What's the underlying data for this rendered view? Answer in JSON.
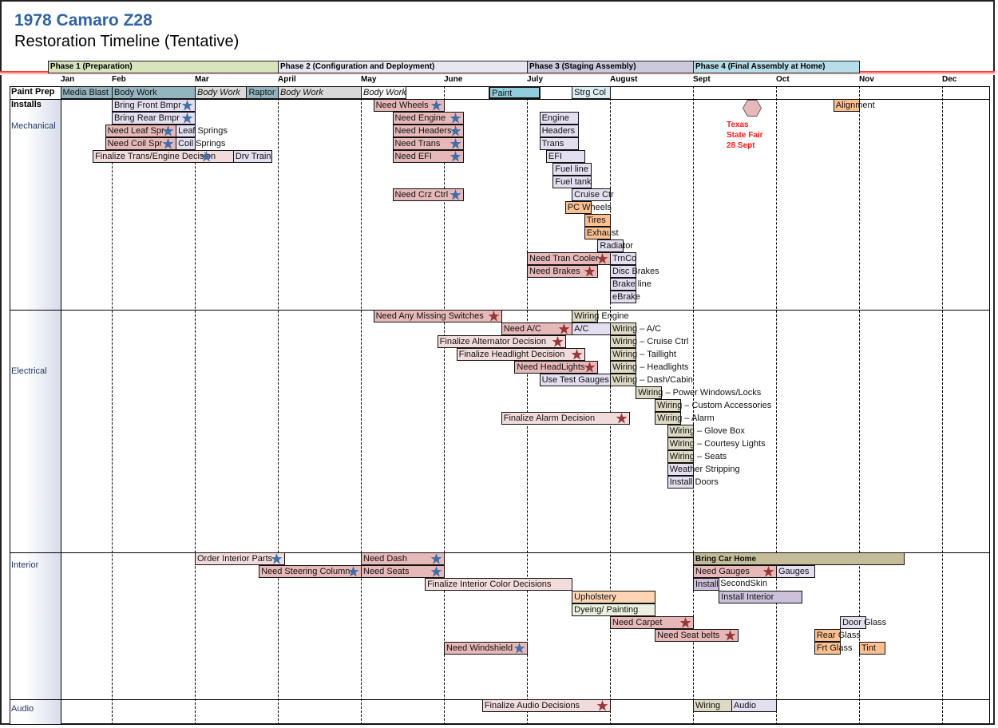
{
  "title": "1978 Camaro Z28",
  "subtitle": "Restoration Timeline  (Tentative)",
  "colors": {
    "teal": "#93b5bf",
    "gray": "#d9d9d9",
    "white": "#f7f7f7",
    "paint": "#92cddc",
    "ltblue": "#dbeef4",
    "lav": "#e4dff0",
    "pink": "#e6b9b8",
    "ltpink": "#f2dcdb",
    "orange": "#fac090",
    "khaki": "#ddd9c3",
    "purple": "#ccc0da",
    "green": "#ebf1de",
    "olive": "#c4bd97",
    "peach": "#fcd5b4",
    "none": "transparent",
    "star_blue": "#3f6ea8",
    "star_red": "#953735"
  },
  "phases": [
    {
      "label": "Phase 1  (Preparation)",
      "start": 1.23,
      "end": 4,
      "color": "#d7e4bd"
    },
    {
      "label": "Phase 2  (Configuration and Deployment)",
      "start": 4,
      "end": 7,
      "color": "#e8e6f0"
    },
    {
      "label": "Phase 3 (Staging Assembly)",
      "start": 7,
      "end": 9,
      "color": "#ccc9dc"
    },
    {
      "label": "Phase 4 (Final Assembly at Home)",
      "start": 9,
      "end": 11,
      "color": "#b7dde8"
    }
  ],
  "months": [
    "Jan",
    "Feb",
    "Mar",
    "April",
    "May",
    "June",
    "July",
    "August",
    "Sept",
    "Oct",
    "Nov",
    "Dec"
  ],
  "rows": {
    "paint_prep": "Paint Prep",
    "installs": "Installs"
  },
  "sections": [
    {
      "label": "Mechanical"
    },
    {
      "label": "Electrical"
    },
    {
      "label": "Interior"
    },
    {
      "label": "Audio"
    }
  ],
  "milestone": {
    "line1": "Texas",
    "line2": "State Fair",
    "line3": "28 Sept"
  },
  "tasks": [
    {
      "label": "Media  Blast",
      "sec": -1,
      "lane": 0,
      "start": 1.38,
      "end": 2,
      "color": "teal"
    },
    {
      "label": "Body Work",
      "sec": -1,
      "lane": 0,
      "start": 2,
      "end": 3,
      "color": "teal"
    },
    {
      "label": "Body Work",
      "sec": -1,
      "lane": 0,
      "start": 3,
      "end": 3.62,
      "color": "gray",
      "italic": true
    },
    {
      "label": "Raptor",
      "sec": -1,
      "lane": 0,
      "start": 3.62,
      "end": 4,
      "color": "teal"
    },
    {
      "label": "Body Work",
      "sec": -1,
      "lane": 0,
      "start": 4,
      "end": 5,
      "color": "gray",
      "italic": true
    },
    {
      "label": "Body Work",
      "sec": -1,
      "lane": 0,
      "start": 5,
      "end": 5.54,
      "color": "white",
      "italic": true
    },
    {
      "label": "Paint",
      "sec": -1,
      "lane": 0,
      "start": 6.54,
      "end": 7.15,
      "color": "paint",
      "bold_border": true
    },
    {
      "label": "Strg Col",
      "sec": -1,
      "lane": 0,
      "start": 7.54,
      "end": 8,
      "color": "ltblue"
    },
    {
      "label": "Bring Front Bmpr",
      "sec": 0,
      "lane": 0,
      "start": 2,
      "end": 3,
      "color": "lav",
      "star": "blue"
    },
    {
      "label": "Need Wheels",
      "sec": 0,
      "lane": 0,
      "start": 5.15,
      "end": 6,
      "color": "pink",
      "star": "blue"
    },
    {
      "label": "Alignment",
      "sec": 0,
      "lane": 0,
      "start": 10.69,
      "end": 11,
      "color": "orange"
    },
    {
      "label": "Bring Rear Bmpr",
      "sec": 0,
      "lane": 1,
      "start": 2,
      "end": 3,
      "color": "lav",
      "star": "blue"
    },
    {
      "label": "Need Engine",
      "sec": 0,
      "lane": 1,
      "start": 5.38,
      "end": 6.23,
      "color": "pink",
      "star": "blue"
    },
    {
      "label": "Engine",
      "sec": 0,
      "lane": 1,
      "start": 7.15,
      "end": 7.62,
      "color": "lav"
    },
    {
      "label": "Need Leaf Spr",
      "sec": 0,
      "lane": 2,
      "start": 1.92,
      "end": 2.77,
      "color": "pink",
      "star": "blue"
    },
    {
      "label": "Leaf Springs",
      "sec": 0,
      "lane": 2,
      "start": 2.77,
      "end": 3,
      "color": "lav"
    },
    {
      "label": "Need Headers",
      "sec": 0,
      "lane": 2,
      "start": 5.38,
      "end": 6.23,
      "color": "pink",
      "star": "blue"
    },
    {
      "label": "Headers",
      "sec": 0,
      "lane": 2,
      "start": 7.15,
      "end": 7.62,
      "color": "lav"
    },
    {
      "label": "Need Coil Spr",
      "sec": 0,
      "lane": 3,
      "start": 1.92,
      "end": 2.77,
      "color": "pink",
      "star": "blue"
    },
    {
      "label": "Coil Springs",
      "sec": 0,
      "lane": 3,
      "start": 2.77,
      "end": 3,
      "color": "lav"
    },
    {
      "label": "Need Trans",
      "sec": 0,
      "lane": 3,
      "start": 5.38,
      "end": 6.23,
      "color": "pink",
      "star": "blue"
    },
    {
      "label": "Trans",
      "sec": 0,
      "lane": 3,
      "start": 7.15,
      "end": 7.62,
      "color": "lav"
    },
    {
      "label": "Finalize Trans/Engine Decision",
      "sec": 0,
      "lane": 4,
      "start": 1.77,
      "end": 3.46,
      "color": "ltpink",
      "star": "blue",
      "star_mid": true
    },
    {
      "label": "Drv Train",
      "sec": 0,
      "lane": 4,
      "start": 3.46,
      "end": 3.92,
      "color": "lav"
    },
    {
      "label": "Need EFI",
      "sec": 0,
      "lane": 4,
      "start": 5.38,
      "end": 6.23,
      "color": "pink",
      "star": "blue"
    },
    {
      "label": "EFI",
      "sec": 0,
      "lane": 4,
      "start": 7.23,
      "end": 7.69,
      "color": "lav"
    },
    {
      "label": "Fuel line",
      "sec": 0,
      "lane": 5,
      "start": 7.31,
      "end": 7.77,
      "color": "lav"
    },
    {
      "label": "Fuel tank",
      "sec": 0,
      "lane": 6,
      "start": 7.31,
      "end": 7.77,
      "color": "lav"
    },
    {
      "label": "Need Crz Ctrl",
      "sec": 0,
      "lane": 7,
      "start": 5.38,
      "end": 6.23,
      "color": "pink",
      "star": "blue"
    },
    {
      "label": "Cruise Ctr",
      "sec": 0,
      "lane": 7,
      "start": 7.54,
      "end": 8,
      "color": "lav"
    },
    {
      "label": "PC  Wheels",
      "sec": 0,
      "lane": 8,
      "start": 7.46,
      "end": 7.77,
      "color": "orange"
    },
    {
      "label": "Tires",
      "sec": 0,
      "lane": 9,
      "start": 7.69,
      "end": 8,
      "color": "orange"
    },
    {
      "label": "Exhaust",
      "sec": 0,
      "lane": 10,
      "start": 7.69,
      "end": 8,
      "color": "orange"
    },
    {
      "label": "Radiator",
      "sec": 0,
      "lane": 11,
      "start": 7.85,
      "end": 8.15,
      "color": "lav"
    },
    {
      "label": "Need Tran Cooler",
      "sec": 0,
      "lane": 12,
      "start": 7,
      "end": 8,
      "color": "pink",
      "star": "red"
    },
    {
      "label": "TrnCo",
      "sec": 0,
      "lane": 12,
      "start": 8,
      "end": 8.31,
      "color": "lav"
    },
    {
      "label": "Need Brakes",
      "sec": 0,
      "lane": 13,
      "start": 7,
      "end": 7.85,
      "color": "pink",
      "star": "red"
    },
    {
      "label": "Disc Brakes",
      "sec": 0,
      "lane": 13,
      "start": 8,
      "end": 8.31,
      "color": "lav"
    },
    {
      "label": "Brake line",
      "sec": 0,
      "lane": 14,
      "start": 8,
      "end": 8.31,
      "color": "lav"
    },
    {
      "label": "eBrake",
      "sec": 0,
      "lane": 15,
      "start": 8,
      "end": 8.31,
      "color": "lav"
    },
    {
      "label": "Need  Any Missing Switches",
      "sec": 1,
      "lane": 0,
      "start": 5.15,
      "end": 6.69,
      "color": "pink",
      "star": "red"
    },
    {
      "label": "Wiring Engine",
      "sec": 1,
      "lane": 0,
      "start": 7.54,
      "end": 7.85,
      "color": "khaki"
    },
    {
      "label": "Need  A/C",
      "sec": 1,
      "lane": 1,
      "start": 6.69,
      "end": 7.54,
      "color": "pink",
      "star": "red"
    },
    {
      "label": "A/C",
      "sec": 1,
      "lane": 1,
      "start": 7.54,
      "end": 8,
      "color": "lav"
    },
    {
      "label": "Wiring  – A/C",
      "sec": 1,
      "lane": 1,
      "start": 8,
      "end": 8.31,
      "color": "khaki"
    },
    {
      "label": "Finalize  Alternator Decision",
      "sec": 1,
      "lane": 2,
      "start": 5.92,
      "end": 7.46,
      "color": "ltpink",
      "star": "red"
    },
    {
      "label": "Wiring  – Cruise Ctrl",
      "sec": 1,
      "lane": 2,
      "start": 8,
      "end": 8.31,
      "color": "khaki"
    },
    {
      "label": "Finalize  Headlight  Decision",
      "sec": 1,
      "lane": 3,
      "start": 6.15,
      "end": 7.69,
      "color": "ltpink",
      "star": "red"
    },
    {
      "label": "Wiring  – Taillight",
      "sec": 1,
      "lane": 3,
      "start": 8,
      "end": 8.31,
      "color": "khaki"
    },
    {
      "label": "Need  HeadLights",
      "sec": 1,
      "lane": 4,
      "start": 6.85,
      "end": 7.85,
      "color": "pink",
      "star": "red"
    },
    {
      "label": "Wiring  – Headlights",
      "sec": 1,
      "lane": 4,
      "start": 8,
      "end": 8.31,
      "color": "khaki"
    },
    {
      "label": "Use Test Gauges",
      "sec": 1,
      "lane": 5,
      "start": 7.15,
      "end": 8,
      "color": "lav"
    },
    {
      "label": "Wiring  – Dash/Cabin",
      "sec": 1,
      "lane": 5,
      "start": 8,
      "end": 8.31,
      "color": "khaki"
    },
    {
      "label": "Wiring  – Power Windows/Locks",
      "sec": 1,
      "lane": 6,
      "start": 8.31,
      "end": 8.62,
      "color": "khaki"
    },
    {
      "label": "Wiring  – Custom  Accessories",
      "sec": 1,
      "lane": 7,
      "start": 8.54,
      "end": 8.85,
      "color": "khaki"
    },
    {
      "label": "Finalize  Alarm Decision",
      "sec": 1,
      "lane": 8,
      "start": 6.69,
      "end": 8.23,
      "color": "ltpink",
      "star": "red"
    },
    {
      "label": "Wiring  – Alarm",
      "sec": 1,
      "lane": 8,
      "start": 8.54,
      "end": 8.85,
      "color": "khaki"
    },
    {
      "label": "Wiring  – Glove Box",
      "sec": 1,
      "lane": 9,
      "start": 8.69,
      "end": 9,
      "color": "khaki"
    },
    {
      "label": "Wiring  – Courtesy Lights",
      "sec": 1,
      "lane": 10,
      "start": 8.69,
      "end": 9,
      "color": "khaki"
    },
    {
      "label": "Wiring  – Seats",
      "sec": 1,
      "lane": 11,
      "start": 8.69,
      "end": 9,
      "color": "khaki"
    },
    {
      "label": "Weather Stripping",
      "sec": 1,
      "lane": 12,
      "start": 8.69,
      "end": 9,
      "color": "lav"
    },
    {
      "label": "Install Doors",
      "sec": 1,
      "lane": 13,
      "start": 8.69,
      "end": 9,
      "color": "lav"
    },
    {
      "label": "Order Interior Parts",
      "sec": 2,
      "lane": 0,
      "start": 3,
      "end": 4.08,
      "color": "ltpink",
      "star": "blue"
    },
    {
      "label": "Need Dash",
      "sec": 2,
      "lane": 0,
      "start": 5,
      "end": 6,
      "color": "pink",
      "star": "blue"
    },
    {
      "label": "Bring Car Home",
      "sec": 2,
      "lane": 0,
      "start": 9,
      "end": 11.54,
      "color": "olive",
      "bold": true
    },
    {
      "label": "Need  Steering Column",
      "sec": 2,
      "lane": 1,
      "start": 3.77,
      "end": 5,
      "color": "pink",
      "star": "blue"
    },
    {
      "label": "Need Seats",
      "sec": 2,
      "lane": 1,
      "start": 5,
      "end": 6,
      "color": "pink",
      "star": "blue"
    },
    {
      "label": "Need Gauges",
      "sec": 2,
      "lane": 1,
      "start": 9,
      "end": 10,
      "color": "pink",
      "star": "red"
    },
    {
      "label": "Gauges",
      "sec": 2,
      "lane": 1,
      "start": 10,
      "end": 10.46,
      "color": "lav"
    },
    {
      "label": "Finalize  Interior  Color  Decisions",
      "sec": 2,
      "lane": 2,
      "start": 5.77,
      "end": 7.54,
      "color": "ltpink"
    },
    {
      "label": "Install",
      "sec": 2,
      "lane": 2,
      "start": 9,
      "end": 9.31,
      "color": "purple"
    },
    {
      "label": "SecondSkin",
      "sec": 2,
      "lane": 2,
      "start": 9.31,
      "end": 9.92,
      "color": "none",
      "noborder": true
    },
    {
      "label": "Upholstery",
      "sec": 2,
      "lane": 3,
      "start": 7.54,
      "end": 8.54,
      "color": "peach"
    },
    {
      "label": "Install Interior",
      "sec": 2,
      "lane": 3,
      "start": 9.31,
      "end": 10.31,
      "color": "purple"
    },
    {
      "label": "Dyeing/ Painting",
      "sec": 2,
      "lane": 4,
      "start": 7.54,
      "end": 8.54,
      "color": "green"
    },
    {
      "label": "Need  Carpet",
      "sec": 2,
      "lane": 5,
      "start": 8,
      "end": 9,
      "color": "pink",
      "star": "red"
    },
    {
      "label": "Door Glass",
      "sec": 2,
      "lane": 5,
      "start": 10.77,
      "end": 11.08,
      "color": "lav"
    },
    {
      "label": "Need  Seat belts",
      "sec": 2,
      "lane": 6,
      "start": 8.54,
      "end": 9.54,
      "color": "pink",
      "star": "red"
    },
    {
      "label": "Rear Glass",
      "sec": 2,
      "lane": 6,
      "start": 10.46,
      "end": 10.77,
      "color": "orange"
    },
    {
      "label": "Need Windshield",
      "sec": 2,
      "lane": 7,
      "start": 6,
      "end": 7,
      "color": "pink",
      "star": "blue"
    },
    {
      "label": "Frt Glass",
      "sec": 2,
      "lane": 7,
      "start": 10.46,
      "end": 10.77,
      "color": "orange"
    },
    {
      "label": "Tint",
      "sec": 2,
      "lane": 7,
      "start": 11,
      "end": 11.31,
      "color": "orange"
    },
    {
      "label": "Finalize  Audio Decisions",
      "sec": 3,
      "lane": 0,
      "start": 6.46,
      "end": 8,
      "color": "ltpink",
      "star": "red"
    },
    {
      "label": "Wiring",
      "sec": 3,
      "lane": 0,
      "start": 9,
      "end": 9.46,
      "color": "khaki"
    },
    {
      "label": "Audio",
      "sec": 3,
      "lane": 0,
      "start": 9.46,
      "end": 10,
      "color": "lav"
    }
  ]
}
